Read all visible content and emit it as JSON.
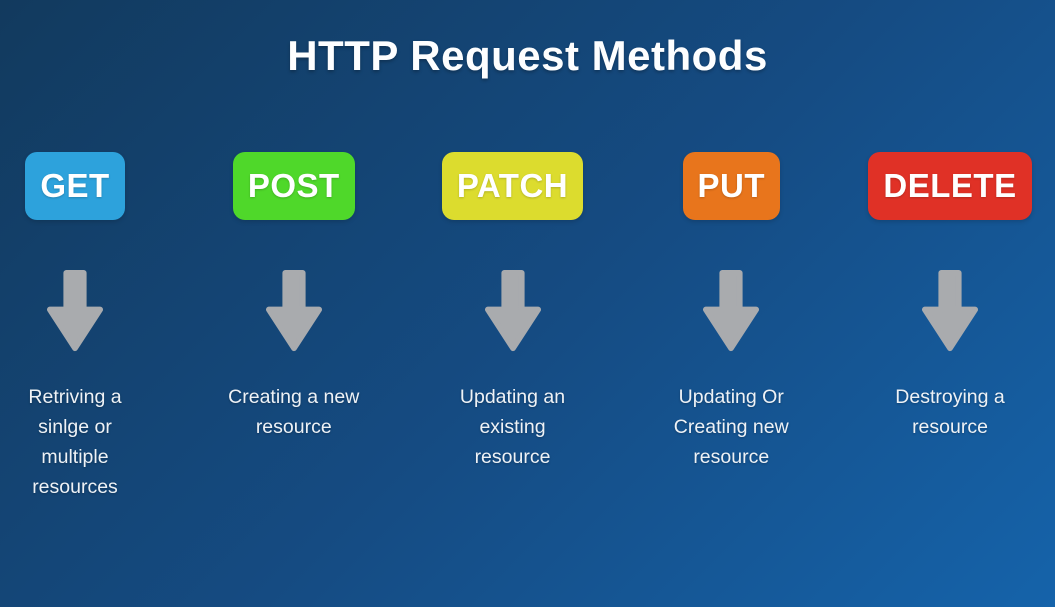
{
  "title": "HTTP Request Methods",
  "colors": {
    "background": "linear-gradient(135deg, #123a5e 0%, #154b82 52%, #1563aa 100%)",
    "background_dark": "#123a5e",
    "background_light": "#1563aa",
    "arrow": "#a9abae",
    "title_text": "#fdfeff",
    "description_text": "#eef2f6"
  },
  "methods": [
    {
      "label": "GET",
      "color": "#2da2dc",
      "description": "Retriving a sinlge or multiple resources"
    },
    {
      "label": "POST",
      "color": "#4fd82a",
      "description": "Creating a new resource"
    },
    {
      "label": "PATCH",
      "color": "#dcdc2e",
      "description": "Updating an existing resource"
    },
    {
      "label": "PUT",
      "color": "#e8751c",
      "description": "Updating Or Creating new resource"
    },
    {
      "label": "DELETE",
      "color": "#e03126",
      "description": "Destroying a resource"
    }
  ]
}
